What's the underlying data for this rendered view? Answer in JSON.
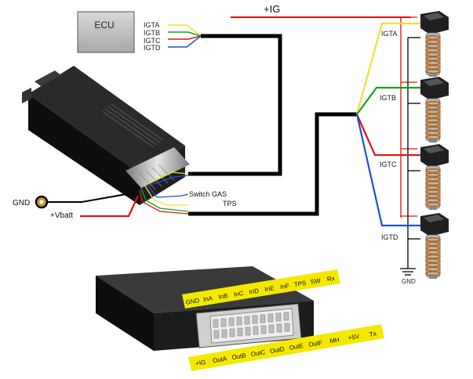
{
  "ecu": {
    "label": "ECU"
  },
  "ecu_signals": [
    "IGTA",
    "IGTB",
    "IGTC",
    "IGTD"
  ],
  "supply": {
    "ig_label": "+IG",
    "gnd_label": "GND"
  },
  "coils": [
    "IGTA",
    "IGTB",
    "IGTC",
    "IGTD"
  ],
  "module": {
    "gnd_label": "GND",
    "vbatt_label": "+Vbatt",
    "switch_gas_label": "Switch GAS",
    "tps_label": "TPS"
  },
  "connector_top_pins": [
    "GND",
    "InA",
    "InB",
    "InC",
    "InD",
    "InE",
    "InF",
    "TPS",
    "SW",
    "Rx"
  ],
  "connector_bottom_pins": [
    "+IG",
    "OutA",
    "OutB",
    "OutC",
    "OutD",
    "OutE",
    "OutF",
    "MH",
    "+5V",
    "Tx"
  ],
  "colors": {
    "igta": "#f0e030",
    "igtb": "#18a020",
    "igtc": "#d81818",
    "igtd": "#2050d0",
    "ig": "#e01010",
    "pin_strip": "#f5e800"
  }
}
